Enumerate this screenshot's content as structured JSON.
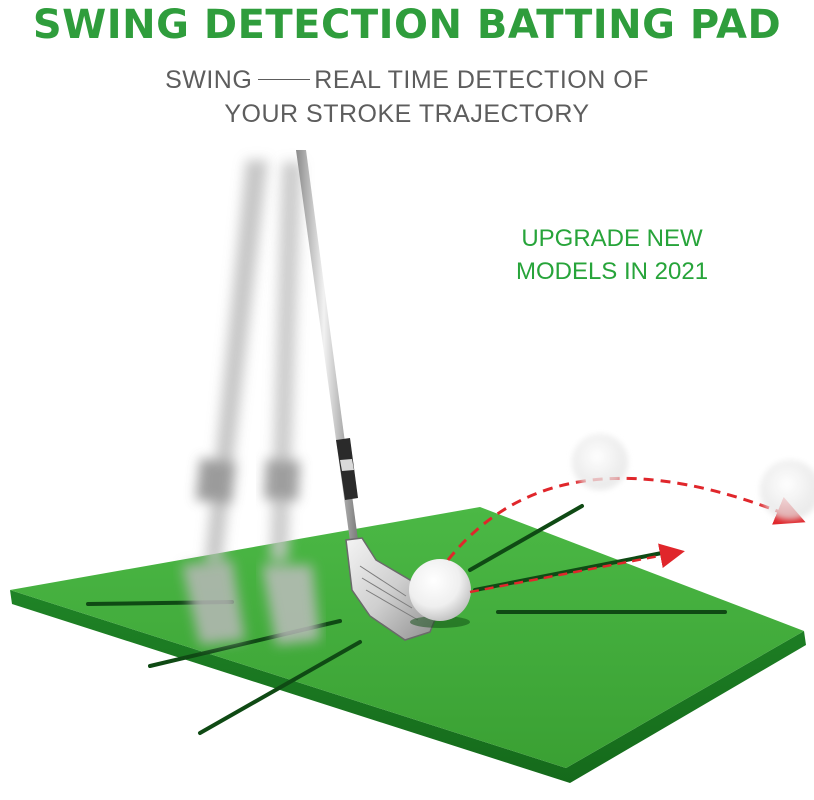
{
  "title": "SWING DETECTION BATTING PAD",
  "subtitle": {
    "line1_left": "SWING",
    "line1_right": "REAL TIME DETECTION OF",
    "line2": "YOUR STROKE TRAJECTORY"
  },
  "callout": {
    "line1": "UPGRADE NEW",
    "line2": "MODELS IN 2021"
  },
  "colors": {
    "title": "#2f9d3c",
    "subtitle": "#5d5d5d",
    "accent": "#27a43a",
    "mat_top": "#3fa83a",
    "mat_edge": "#1f7f25",
    "trajectory": "#e0262b"
  },
  "icons": [
    "golf-club-icon",
    "golf-ball-icon",
    "trajectory-arrow-icon"
  ]
}
